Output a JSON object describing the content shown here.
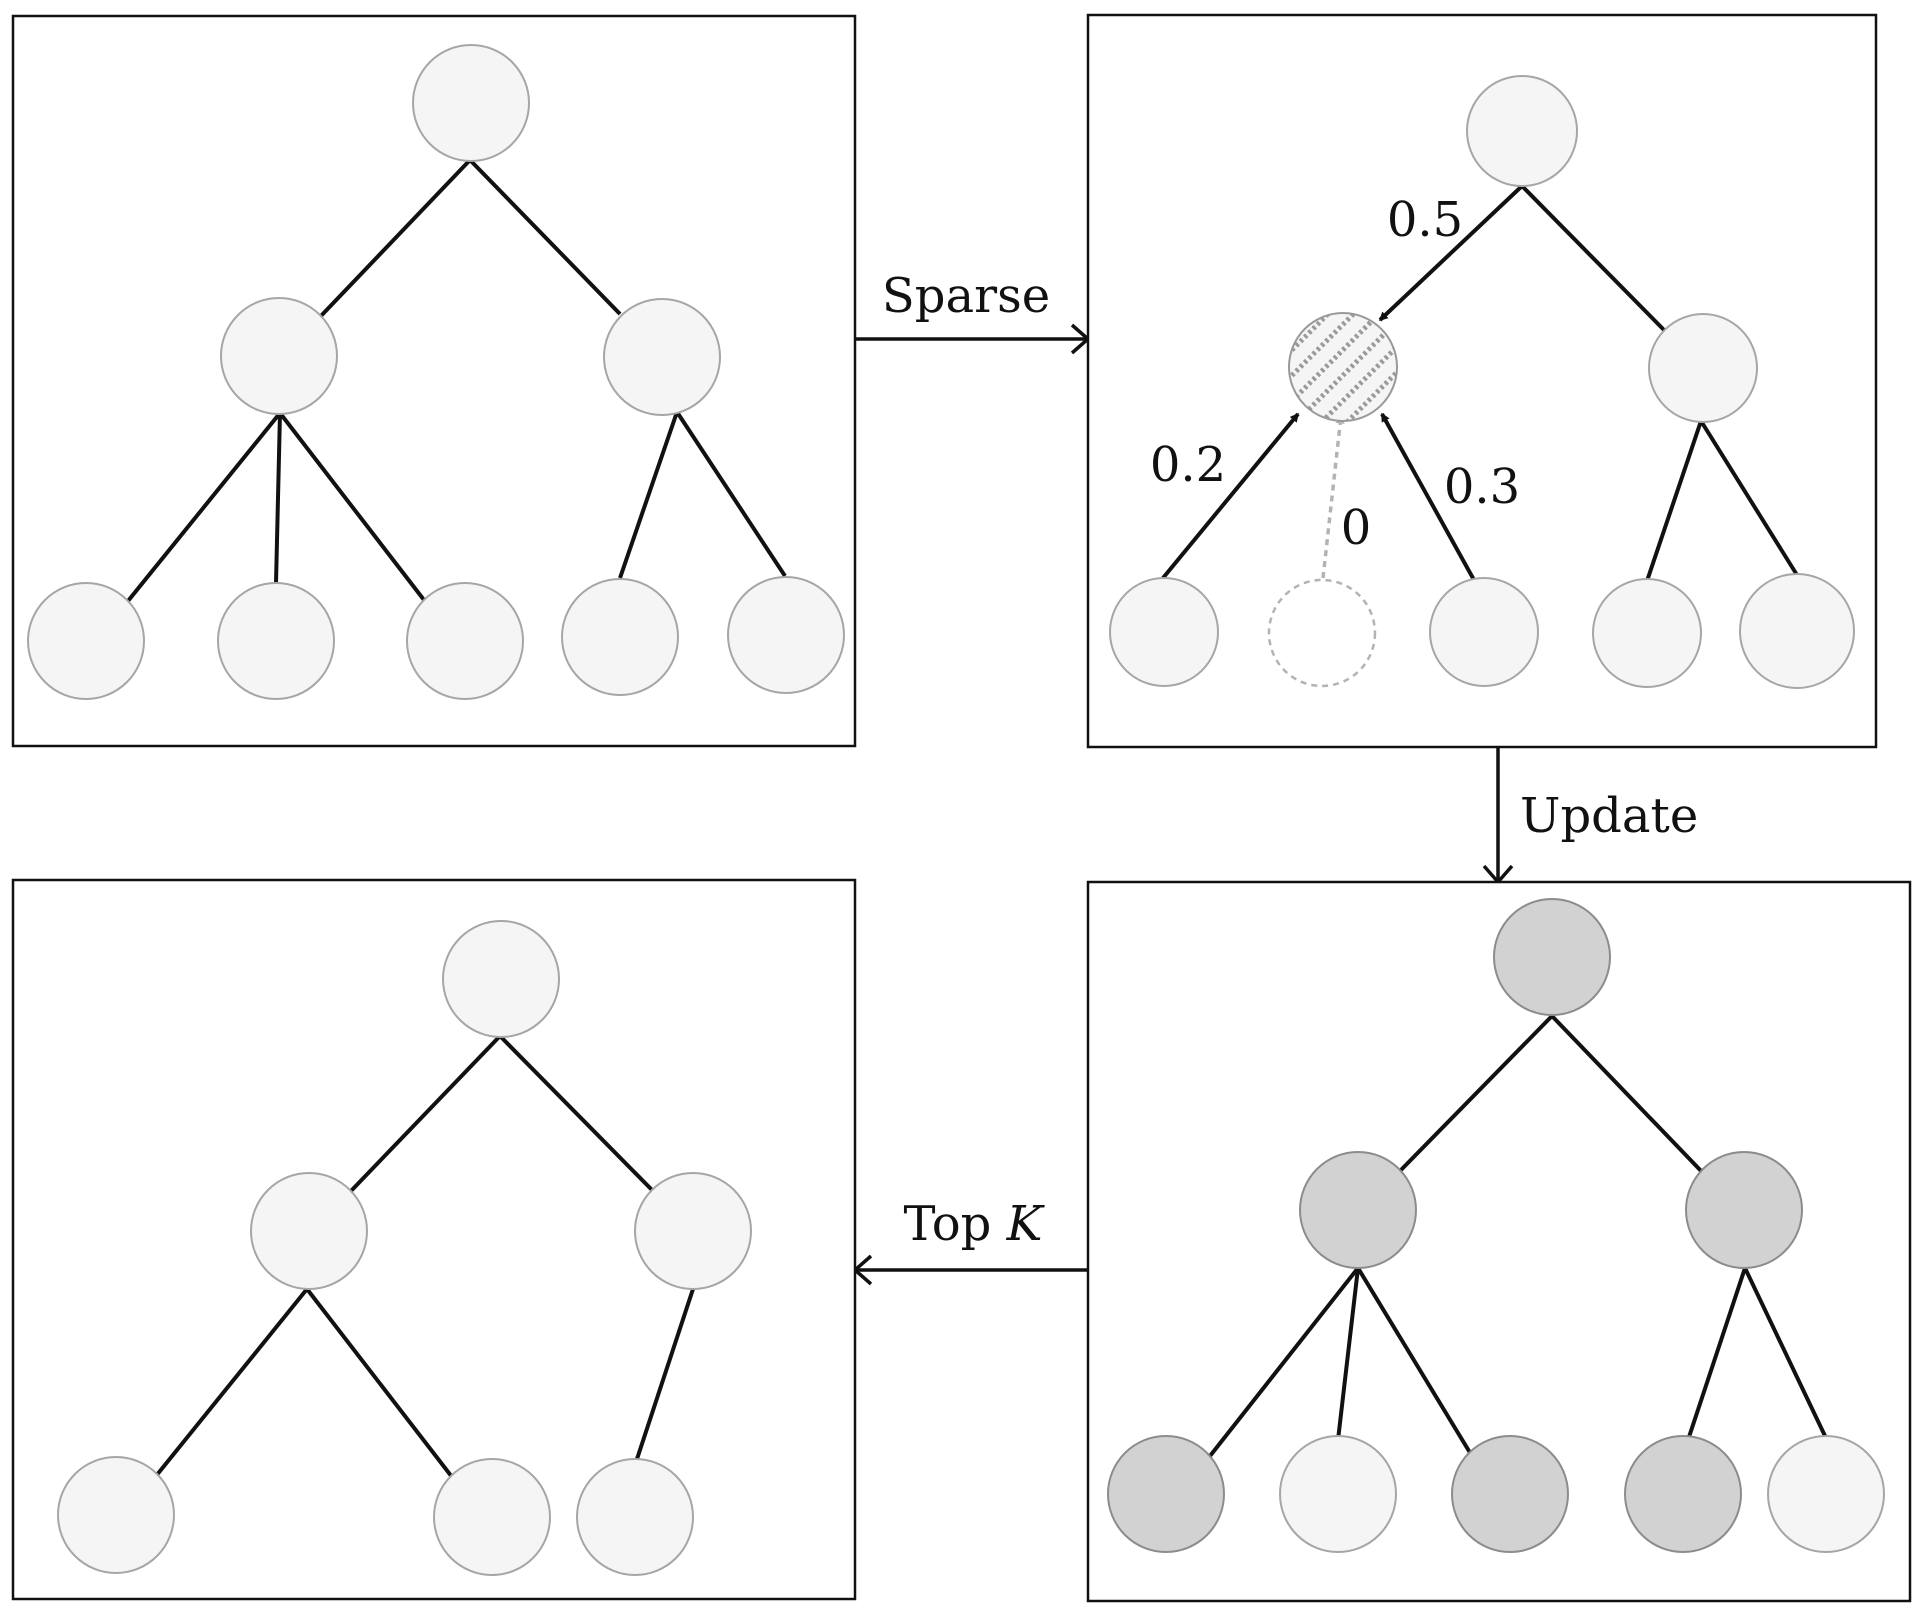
{
  "colors": {
    "node_fill": "#f5f5f5",
    "node_stroke": "#a6a6a6",
    "node_highlight_fill": "#d2d2d2",
    "node_highlight_stroke": "#8c8c8c",
    "line": "#111111",
    "dashed": "#b3b3b3",
    "hatch": "#9a9a9a"
  },
  "transitions": {
    "sparse": "Sparse",
    "update": "Update",
    "topk_prefix": "Top ",
    "topk_var": "K"
  },
  "weights": {
    "w1": "0.5",
    "w2": "0.2",
    "w3": "0",
    "w4": "0.3"
  }
}
